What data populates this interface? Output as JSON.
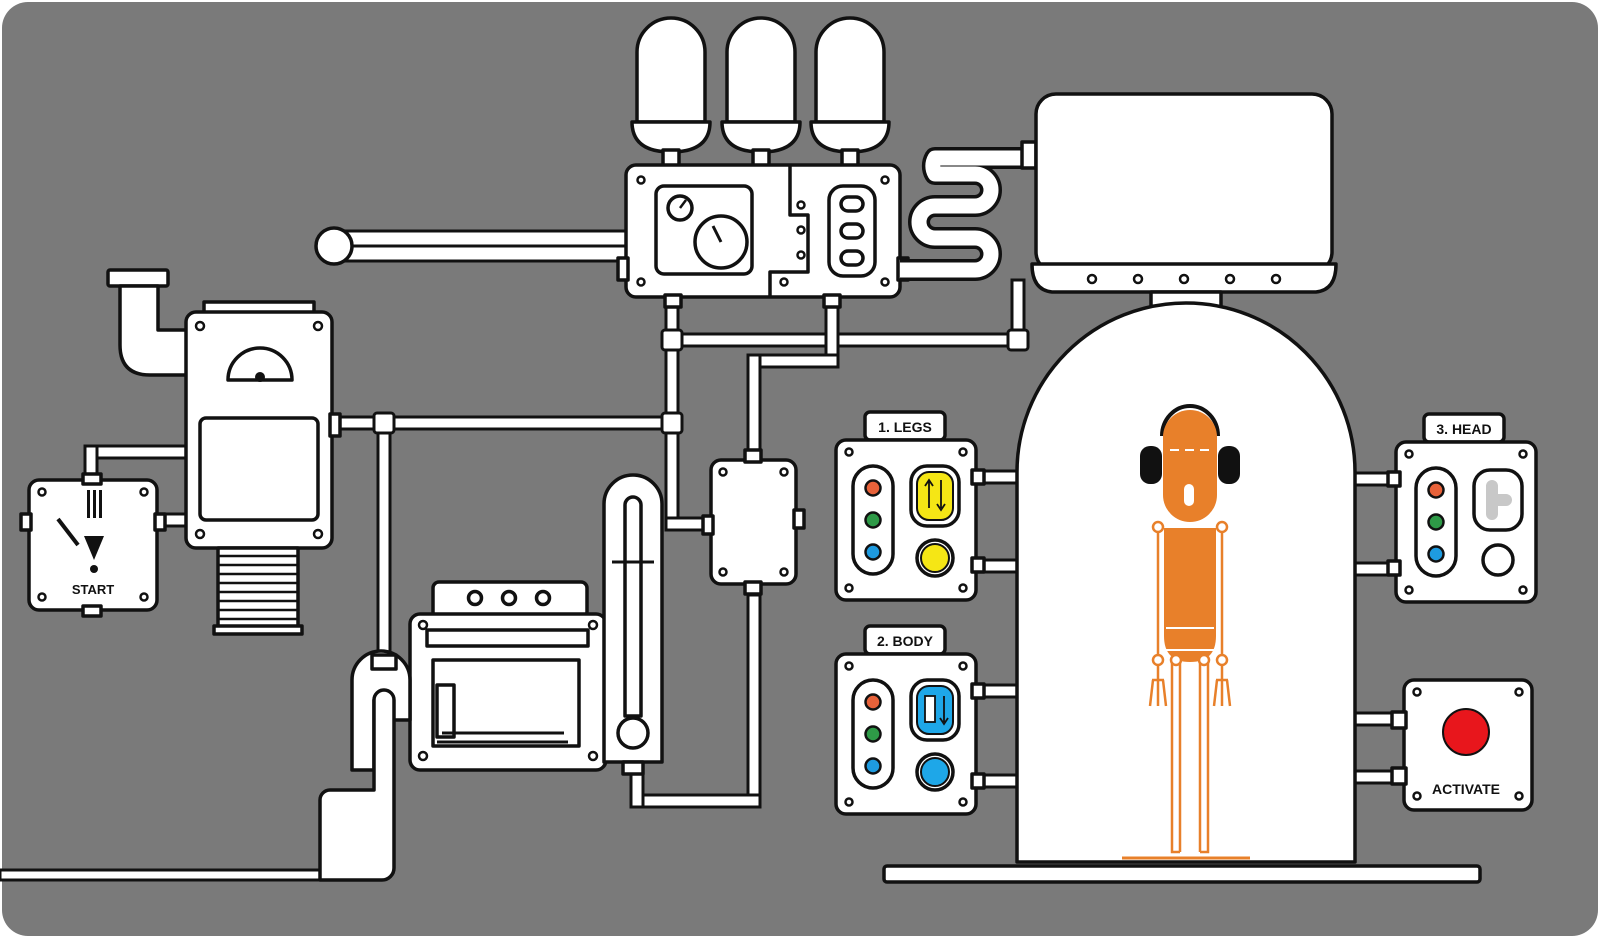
{
  "start_switch": {
    "label": "START"
  },
  "panels": {
    "legs": {
      "title": "1. LEGS",
      "selector_color": "#f5e615"
    },
    "body": {
      "title": "2. BODY",
      "selector_color": "#1ea7e8"
    },
    "head": {
      "title": "3. HEAD",
      "selector_color": "#c8c8c8"
    }
  },
  "activate": {
    "label": "ACTIVATE",
    "button_color": "#e8161c"
  },
  "indicator_colors": [
    "#e8623a",
    "#2e9a47",
    "#1e9be0"
  ],
  "colors": {
    "background": "#7a7a7a",
    "robot": "#e8802a",
    "outline": "#111111"
  }
}
